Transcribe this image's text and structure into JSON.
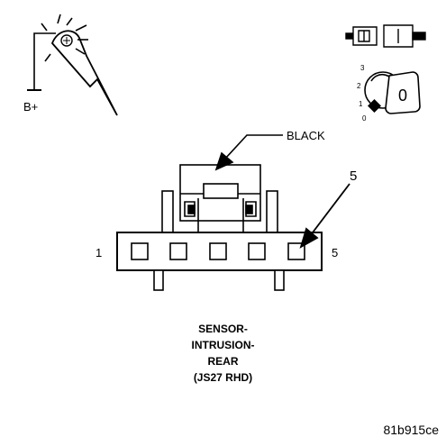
{
  "probe": {
    "label": "B+"
  },
  "ignition": {
    "positions": [
      "3",
      "2",
      "1",
      "0"
    ],
    "key_label": "0"
  },
  "connector": {
    "color_label": "BLACK",
    "terminal_callout": "5",
    "left_pin_number": "1",
    "right_pin_number": "5"
  },
  "caption": {
    "lines": [
      "SENSOR-",
      "INTRUSION-",
      "REAR",
      "(JS27 RHD)"
    ]
  },
  "reference_id": "81b915ce"
}
